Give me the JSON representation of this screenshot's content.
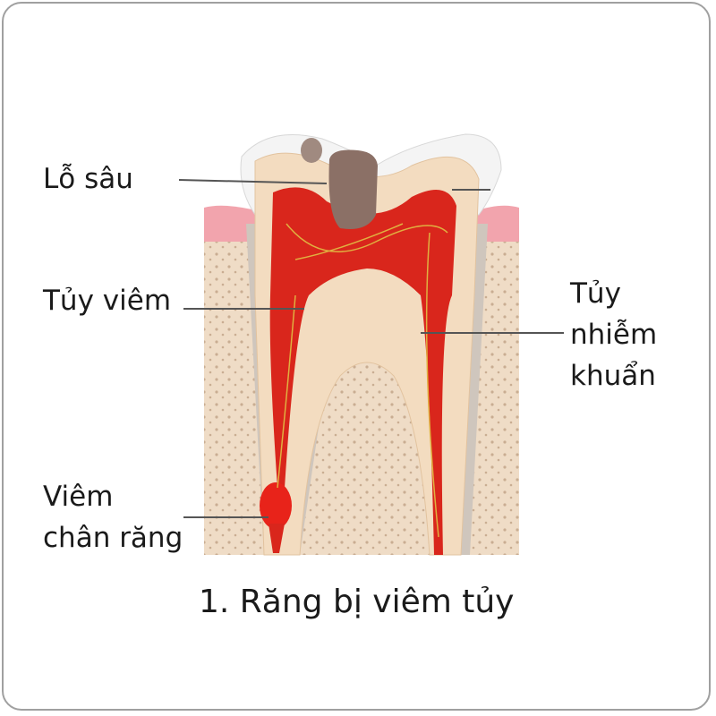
{
  "labels": {
    "cavity": "Lỗ sâu",
    "inflamed_pulp": "Tủy viêm",
    "infected_pulp": [
      "Tủy",
      "nhiễm",
      "khuẩn"
    ],
    "root_inflammation": [
      "Viêm",
      "chân răng"
    ]
  },
  "caption": "1.  Răng bị viêm tủy",
  "colors": {
    "pulp": "#d9261c",
    "dentin": "#f3dcc0",
    "gum": "#f2a4ad",
    "bone": "#efdcc6",
    "leader": "#555555"
  }
}
